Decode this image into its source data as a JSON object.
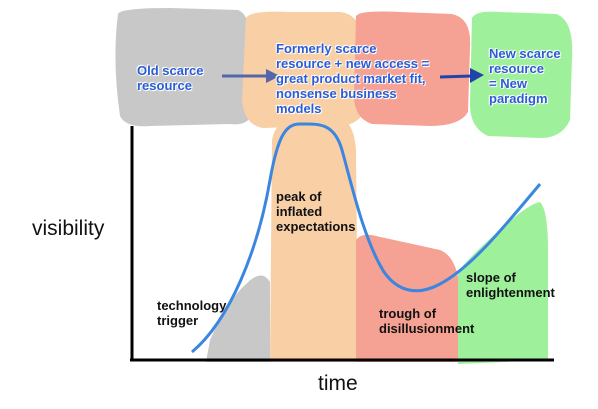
{
  "axes": {
    "y_label": "visibility",
    "x_label": "time"
  },
  "top_band": {
    "old_resource": "Old scarce\nresource",
    "transition": "Formerly scarce\nresource + new access =\ngreat product market fit,\nnonsense business\nmodels",
    "new_resource": "New scarce\nresource\n= New\nparadigm"
  },
  "curve_labels": {
    "trigger": "technology\ntrigger",
    "peak": "peak of\ninflated\nexpectations",
    "trough": "trough of\ndisillusionment",
    "slope": "slope of\nenlightenment"
  },
  "colors": {
    "gray": "#c8c8c8",
    "orange": "#f9cfa6",
    "red": "#f5a193",
    "green": "#9ef09a",
    "curve": "#3a86e0",
    "label_blue": "#2a5cd6",
    "arrow": "#5566aa"
  }
}
